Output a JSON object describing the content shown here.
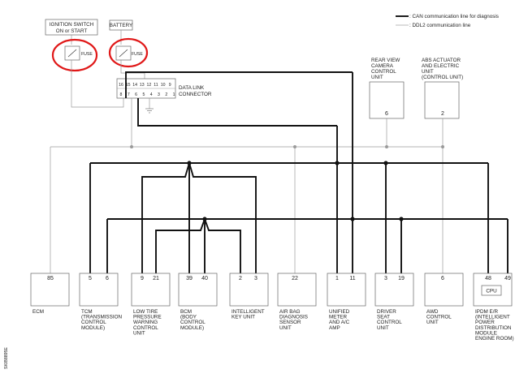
{
  "legend": {
    "can_line": ": CAN communication line for diagnosis",
    "ddl2_line": ": DDL2 communication line"
  },
  "top": {
    "ignition_line1": "IGNITION SWITCH",
    "ignition_line2": "ON or START",
    "battery": "BATTERY",
    "fuse": "FUSE",
    "data_link_line1": "DATA LINK",
    "data_link_line2": "CONNECTOR",
    "connector_top_row": [
      "16",
      "15",
      "14",
      "13",
      "12",
      "11",
      "10",
      "9"
    ],
    "connector_bottom_row": [
      "8",
      "7",
      "6",
      "5",
      "4",
      "3",
      "2",
      "1"
    ]
  },
  "upper_units": {
    "rear_view": {
      "lines": [
        "REAR VIEW",
        "CAMERA",
        "CONTROL",
        "UNIT"
      ],
      "pin": "6"
    },
    "abs": {
      "lines": [
        "ABS ACTUATOR",
        "AND ELECTRIC",
        "UNIT",
        "(CONTROL UNIT)"
      ],
      "pin": "2"
    }
  },
  "modules": [
    {
      "pins": [
        "85"
      ],
      "lines": [
        "ECM"
      ]
    },
    {
      "pins": [
        "5",
        "6"
      ],
      "lines": [
        "TCM",
        "(TRANSMISSION",
        "CONTROL",
        "MODULE)"
      ]
    },
    {
      "pins": [
        "9",
        "21"
      ],
      "lines": [
        "LOW TIRE",
        "PRESSURE",
        "WARNING",
        "CONTROL",
        "UNIT"
      ]
    },
    {
      "pins": [
        "39",
        "40"
      ],
      "lines": [
        "BCM",
        "(BODY",
        "CONTROL",
        "MODULE)"
      ]
    },
    {
      "pins": [
        "2",
        "3"
      ],
      "lines": [
        "INTELLIGENT",
        "KEY UNIT"
      ]
    },
    {
      "pins": [
        "22"
      ],
      "lines": [
        "AIR BAG",
        "DIAGNOSIS",
        "SENSOR",
        "UNIT"
      ]
    },
    {
      "pins": [
        "1",
        "11"
      ],
      "lines": [
        "UNIFIED",
        "METER",
        "AND A/C",
        "AMP"
      ]
    },
    {
      "pins": [
        "3",
        "19"
      ],
      "lines": [
        "DRIVER",
        "SEAT",
        "CONTROL",
        "UNIT"
      ]
    },
    {
      "pins": [
        "6"
      ],
      "lines": [
        "AWD",
        "CONTROL",
        "UNIT"
      ]
    },
    {
      "pins": [
        "48",
        "49"
      ],
      "lines": [
        "IPDM E/R",
        "(INTELLIGENT",
        "POWER",
        "DISTRIBUTION",
        "MODULE",
        "ENGINE ROOM)"
      ],
      "inner": "CPU"
    }
  ],
  "side_code": "SKIB8895E"
}
